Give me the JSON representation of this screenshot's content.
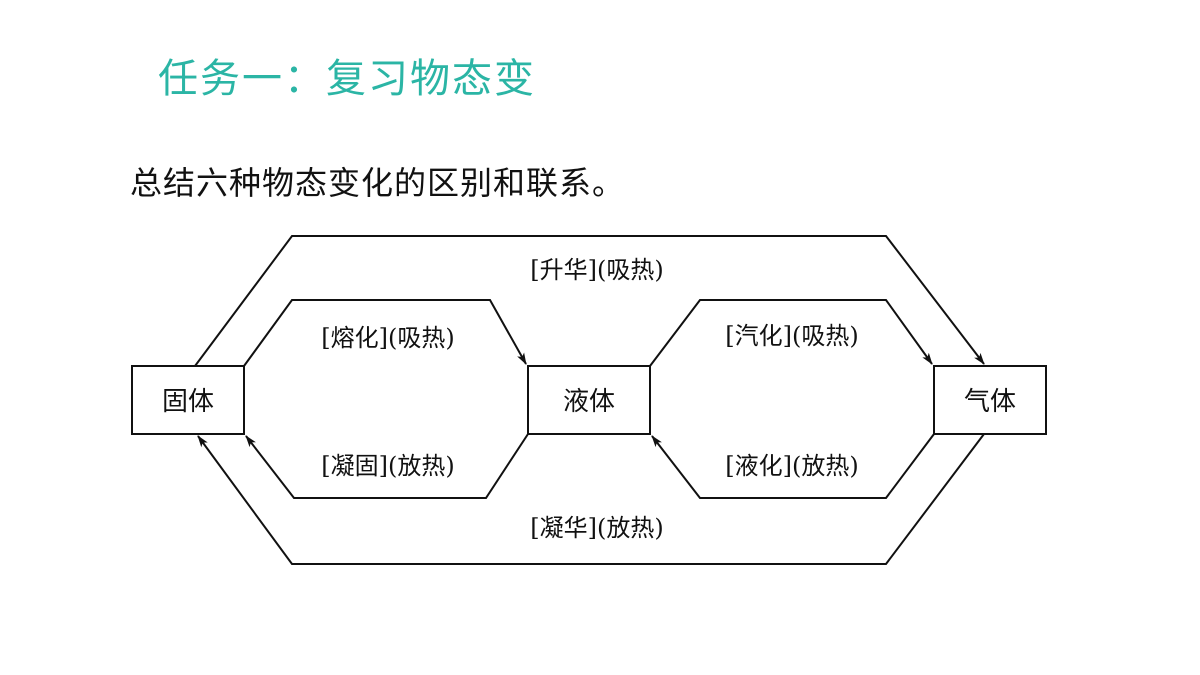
{
  "slide": {
    "title": "任务一：复习物态变",
    "subtitle": "总结六种物态变化的区别和联系。"
  },
  "diagram": {
    "nodes": {
      "solid": "固体",
      "liquid": "液体",
      "gas": "气体"
    },
    "transitions": {
      "sublimation": "[升华](吸热)",
      "melting": "[熔化](吸热)",
      "vaporization": "[汽化](吸热)",
      "solidification": "[凝固](放热)",
      "liquefaction": "[液化](放热)",
      "deposition": "[凝华](放热)"
    }
  }
}
